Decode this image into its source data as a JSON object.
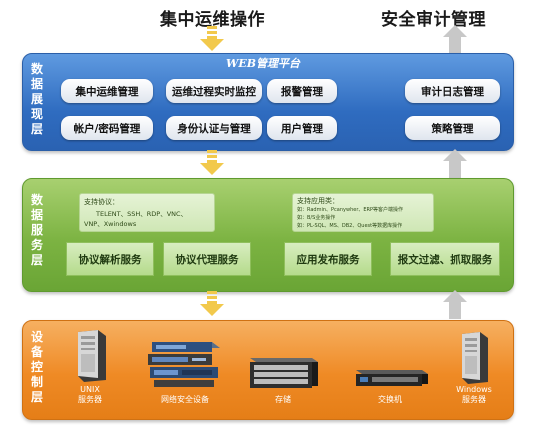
{
  "top": {
    "left_title": "集中运维操作",
    "right_title": "安全审计管理"
  },
  "data_presentation": {
    "side_label": "数据展现层",
    "platform_title": "WEB管理平台",
    "modules": [
      "集中运维管理",
      "运维过程实时监控",
      "报警管理",
      "审计日志管理",
      "帐户/密码管理",
      "身份认证与管理",
      "用户管理",
      "策略管理"
    ]
  },
  "data_service": {
    "side_label": "数据服务层",
    "protocols_note": {
      "title": "支持协议：",
      "lines": [
        "TELENT、SSH、RDP、VNC、",
        "VNP、Xwindows"
      ]
    },
    "apps_note": {
      "title": "支持应用类：",
      "lines": [
        "如：Radmin、Pcanywher、ERP等客户端操作",
        "如：B/S业务操作",
        "如：PL-SQL、MS、DB2、Quest等数据库操作"
      ]
    },
    "services": [
      "协议解析服务",
      "协议代理服务",
      "应用发布服务",
      "报文过滤、抓取服务"
    ]
  },
  "device_control": {
    "side_label": "设备控制层",
    "devices": [
      {
        "label": "UNIX\n服务器",
        "icon": "tower-server-icon"
      },
      {
        "label": "网络安全设备",
        "icon": "network-security-appliance-icon"
      },
      {
        "label": "存储",
        "icon": "storage-array-icon"
      },
      {
        "label": "交换机",
        "icon": "switch-icon"
      },
      {
        "label": "Windows\n服务器",
        "icon": "tower-server-icon"
      }
    ]
  },
  "colors": {
    "presentation": "#2f6cc0",
    "service": "#7cb342",
    "device": "#ef8a25",
    "down_arrow": "#f2c94c",
    "up_arrow": "#c8c8c8"
  }
}
